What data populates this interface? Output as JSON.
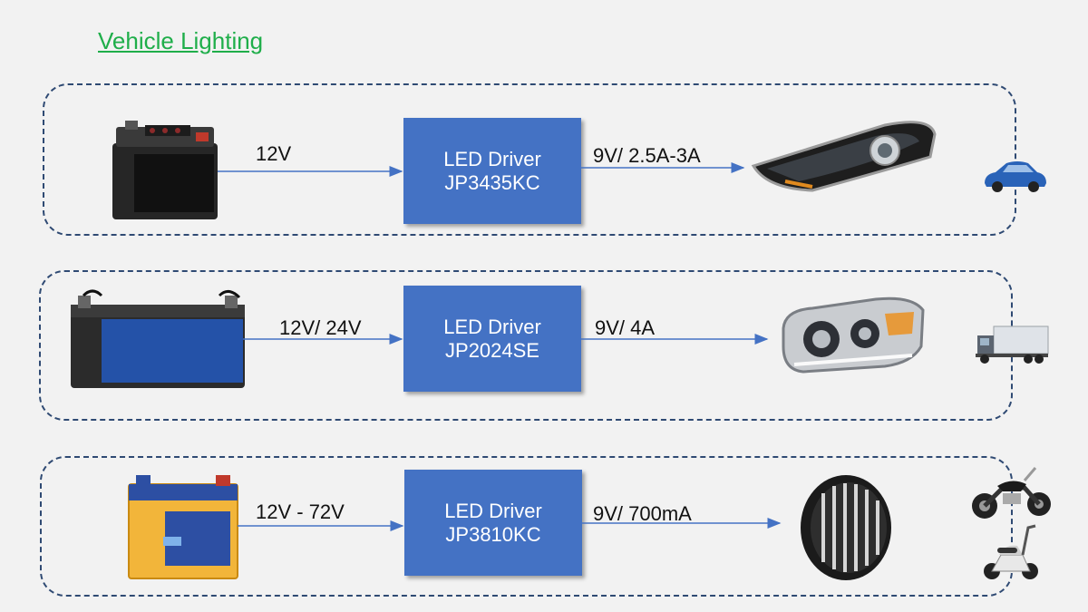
{
  "title": "Vehicle Lighting",
  "colors": {
    "title": "#1fae4a",
    "driver": "#4472c4",
    "border": "#2f4a73",
    "arrow": "#4472c4"
  },
  "rows": [
    {
      "input": "12V",
      "driver_title": "LED Driver",
      "driver_part": "JP3435KC",
      "output": "9V/ 2.5A-3A",
      "source_icon": "car-battery-icon",
      "load_icon": "car-headlight-icon",
      "vehicle_icon": "car-icon"
    },
    {
      "input": "12V/ 24V",
      "driver_title": "LED Driver",
      "driver_part": "JP2024SE",
      "output": "9V/ 4A",
      "source_icon": "truck-battery-icon",
      "load_icon": "truck-headlight-icon",
      "vehicle_icon": "truck-icon"
    },
    {
      "input": "12V - 72V",
      "driver_title": "LED Driver",
      "driver_part": "JP3810KC",
      "output": "9V/ 700mA",
      "source_icon": "motorcycle-battery-icon",
      "load_icon": "round-headlight-icon",
      "vehicle_icon": "motorcycle-icon"
    }
  ]
}
